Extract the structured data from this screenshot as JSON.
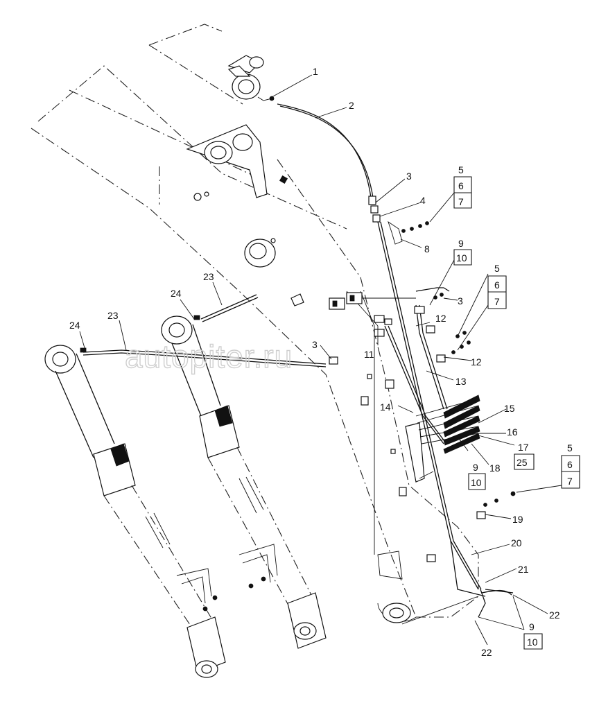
{
  "diagram": {
    "watermark": "autopiter.ru",
    "callouts": [
      "1",
      "2",
      "3",
      "3",
      "3",
      "4",
      "8",
      "11",
      "12",
      "12",
      "13",
      "14",
      "15",
      "16",
      "18",
      "19",
      "20",
      "21",
      "22",
      "22",
      "23",
      "23",
      "24",
      "24"
    ],
    "stacked_groups": [
      [
        "5",
        "6",
        "7"
      ],
      [
        "9",
        "10"
      ],
      [
        "5",
        "6",
        "7"
      ],
      [
        "17",
        "25"
      ],
      [
        "9",
        "10"
      ],
      [
        "5",
        "6",
        "7"
      ],
      [
        "9",
        "10"
      ]
    ]
  }
}
